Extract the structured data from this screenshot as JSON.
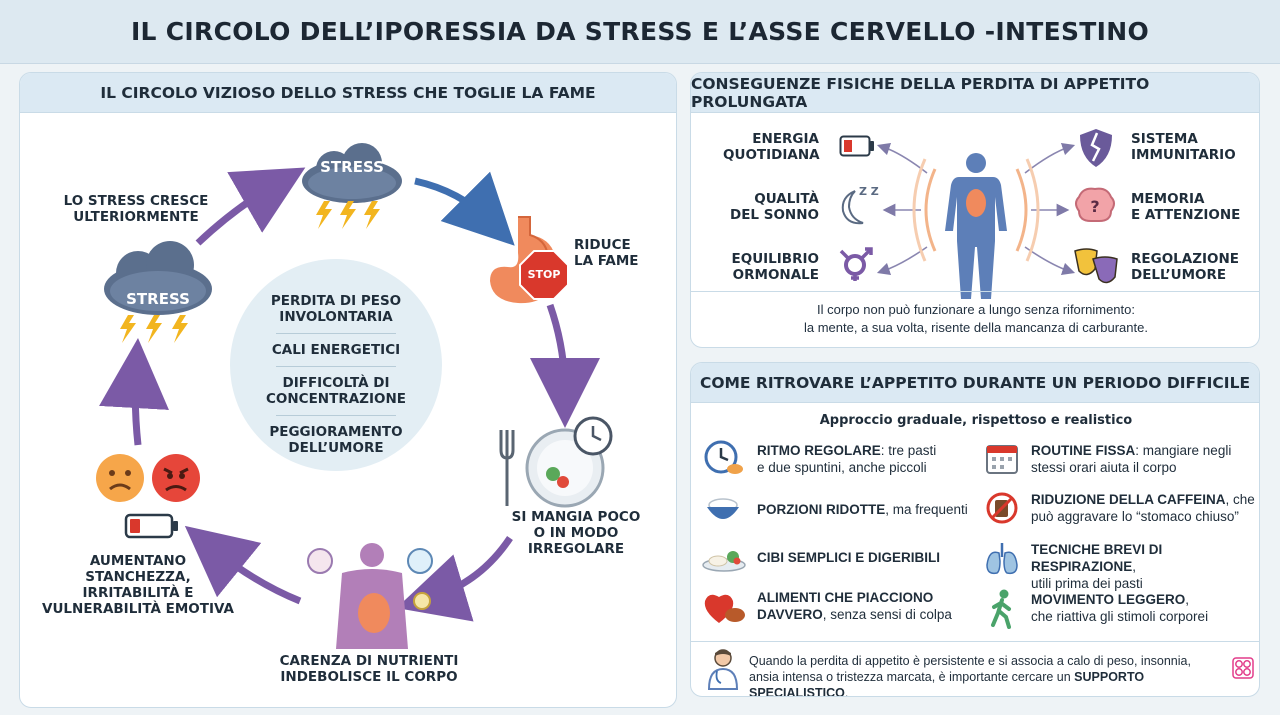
{
  "title": "IL CIRCOLO DELL’IPORESSIA DA STRESS E L’ASSE CERVELLO -INTESTINO",
  "cycle": {
    "heading": "IL CIRCOLO VIZIOSO DELLO STRESS CHE TOGLIE LA FAME",
    "stress_top": "STRESS",
    "stress_left": "STRESS",
    "stop_sign": "STOP",
    "step_grow": "LO STRESS CRESCE\nULTERIORMENTE",
    "step_hunger": "RIDUCE\nLA FAME",
    "step_eat": "SI MANGIA POCO\nO IN MODO\nIRREGOLARE",
    "step_nutrients": "CARENZA DI NUTRIENTI\nINDEBOLISCE IL CORPO",
    "step_fatigue": "AUMENTANO\nSTANCHEZZA,\nIRRITABILITÀ E\nVULNERABILITÀ EMOTIVA",
    "effects": [
      "PERDITA DI PESO\nINVOLONTARIA",
      "CALI ENERGETICI",
      "DIFFICOLTÀ DI\nCONCENTRAZIONE",
      "PEGGIORAMENTO\nDELL’UMORE"
    ]
  },
  "consequences": {
    "heading": "CONSEGUENZE FISICHE DELLA PERDITA DI APPETITO PROLUNGATA",
    "left": [
      {
        "label": "ENERGIA\nQUOTIDIANA",
        "icon": "battery-low-icon"
      },
      {
        "label": "QUALITÀ\nDEL SONNO",
        "icon": "moon-icon"
      },
      {
        "label": "EQUILIBRIO\nORMONALE",
        "icon": "hormone-symbol-icon"
      }
    ],
    "right": [
      {
        "label": "SISTEMA\nIMMUNITARIO",
        "icon": "broken-shield-icon"
      },
      {
        "label": "MEMORIA\nE ATTENZIONE",
        "icon": "brain-icon"
      },
      {
        "label": "REGOLAZIONE\nDELL’UMORE",
        "icon": "theater-masks-icon"
      }
    ],
    "sleep_zz": "Z Z",
    "note_line1": "Il corpo non può funzionare a lungo senza rifornimento:",
    "note_line2": "la mente, a sua volta, risente della mancanza di carburante."
  },
  "appetite": {
    "heading": "COME RITROVARE L’APPETITO DURANTE UN PERIODO DIFFICILE",
    "subheading": "Approccio graduale, rispettoso e realistico",
    "tips_left": [
      {
        "bold": "RITMO REGOLARE",
        "rest": ": tre pasti",
        "line2": "e due spuntini, anche piccoli",
        "icon": "clock-meal-icon"
      },
      {
        "bold": "PORZIONI RIDOTTE",
        "rest": ", ma frequenti",
        "line2": "",
        "icon": "bowl-icon"
      },
      {
        "bold": "CIBI SEMPLICI E DIGERIBILI",
        "rest": "",
        "line2": "",
        "icon": "plate-food-icon"
      },
      {
        "bold": "ALIMENTI CHE PIACCIONO",
        "rest": "",
        "line2bold": "DAVVERO",
        "line2": ", senza sensi di colpa",
        "icon": "heart-food-icon"
      }
    ],
    "tips_right": [
      {
        "bold": "ROUTINE FISSA",
        "rest": ": mangiare negli",
        "line2": "stessi orari aiuta il corpo",
        "icon": "calendar-icon"
      },
      {
        "bold": "RIDUZIONE DELLA CAFFEINA",
        "rest": ", che",
        "line2": "può aggravare lo “stomaco chiuso”",
        "icon": "no-coffee-icon"
      },
      {
        "bold": "TECNICHE BREVI DI RESPIRAZIONE",
        "rest": ",",
        "line2": "utili prima dei pasti",
        "icon": "lungs-icon"
      },
      {
        "bold": "MOVIMENTO LEGGERO",
        "rest": ",",
        "line2": "che riattiva gli stimoli corporei",
        "icon": "walking-icon"
      }
    ],
    "bottom_line1": "Quando la perdita di appetito è persistente e si associa a calo di peso, insonnia,",
    "bottom_line2_pre": "ansia intensa o tristezza marcata, è importante cercare un ",
    "bottom_line2_bold": "SUPPORTO SPECIALISTICO",
    "bottom_line2_post": "."
  },
  "colors": {
    "arrow_purple": "#7b5aa6",
    "arrow_blue": "#3f6fb0",
    "cloud": "#5b6f8d",
    "lightning": "#f2b51f",
    "stop_red": "#d9382c",
    "heading_bg": "#dbe9f3",
    "body_blue": "#5d7fb8"
  }
}
